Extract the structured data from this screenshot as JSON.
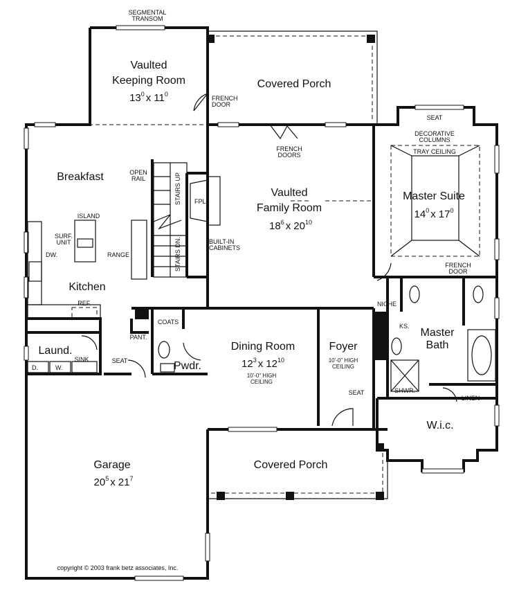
{
  "rooms": {
    "keeping": {
      "line1": "Vaulted",
      "line2": "Keeping Room",
      "dim_w": "13",
      "sup_w": "0",
      "dim_sep": "x",
      "dim_d": "11",
      "sup_d": "0"
    },
    "covered_porch_rear": "Covered Porch",
    "breakfast": "Breakfast",
    "family": {
      "line1": "Vaulted",
      "line2": "Family Room",
      "dim_w": "18",
      "sup_w": "6",
      "dim_sep": "x",
      "dim_d": "20",
      "sup_d": "10"
    },
    "master_suite": {
      "name": "Master Suite",
      "dim_w": "14",
      "sup_w": "0",
      "dim_sep": "x",
      "dim_d": "17",
      "sup_d": "0"
    },
    "kitchen": "Kitchen",
    "master_bath": {
      "line1": "Master",
      "line2": "Bath"
    },
    "dining": {
      "name": "Dining Room",
      "dim_w": "12",
      "sup_w": "3",
      "dim_sep": "x",
      "dim_d": "12",
      "sup_d": "10",
      "note1": "10'-0\" HIGH",
      "note2": "CEILING"
    },
    "foyer": {
      "name": "Foyer",
      "note1": "10'-0\" HIGH",
      "note2": "CEILING"
    },
    "laundry": "Laund.",
    "powder": "Pwdr.",
    "wic": "W.i.c.",
    "covered_porch_front": "Covered Porch",
    "garage": {
      "name": "Garage",
      "dim_w": "20",
      "sup_w": "5",
      "dim_sep": "x",
      "dim_d": "21",
      "sup_d": "7"
    }
  },
  "notes": {
    "segmental_1": "SEGMENTAL",
    "segmental_2": "TRANSOM",
    "french_door_keep_1": "FRENCH",
    "french_door_keep_2": "DOOR",
    "french_doors_1": "FRENCH",
    "french_doors_2": "DOORS",
    "seat_suite": "SEAT",
    "deco_1": "DECORATIVE",
    "deco_2": "COLUMNS",
    "tray": "TRAY CEILING",
    "open_1": "OPEN",
    "open_2": "RAIL",
    "stairs_up": "STAIRS UP",
    "stairs_dn": "STAIRS DN.",
    "fpl": "FPL",
    "island": "ISLAND",
    "surf_1": "SURF.",
    "surf_2": "UNIT",
    "range": "RANGE",
    "dw": "DW.",
    "builtin_1": "BUILT-IN",
    "builtin_2": "CABINETS",
    "french_door_suite_1": "FRENCH",
    "french_door_suite_2": "DOOR",
    "ref": "REF.",
    "niche": "NICHE",
    "ks": "KS.",
    "coats": "COATS",
    "pant": "PANT.",
    "sink": "SINK",
    "d": "D.",
    "w": "W.",
    "seat_laundry": "SEAT",
    "seat_foyer": "SEAT",
    "shwr": "SHWR.",
    "linen": "LINEN",
    "copyright": "copyright © 2003 frank betz associates, Inc."
  }
}
